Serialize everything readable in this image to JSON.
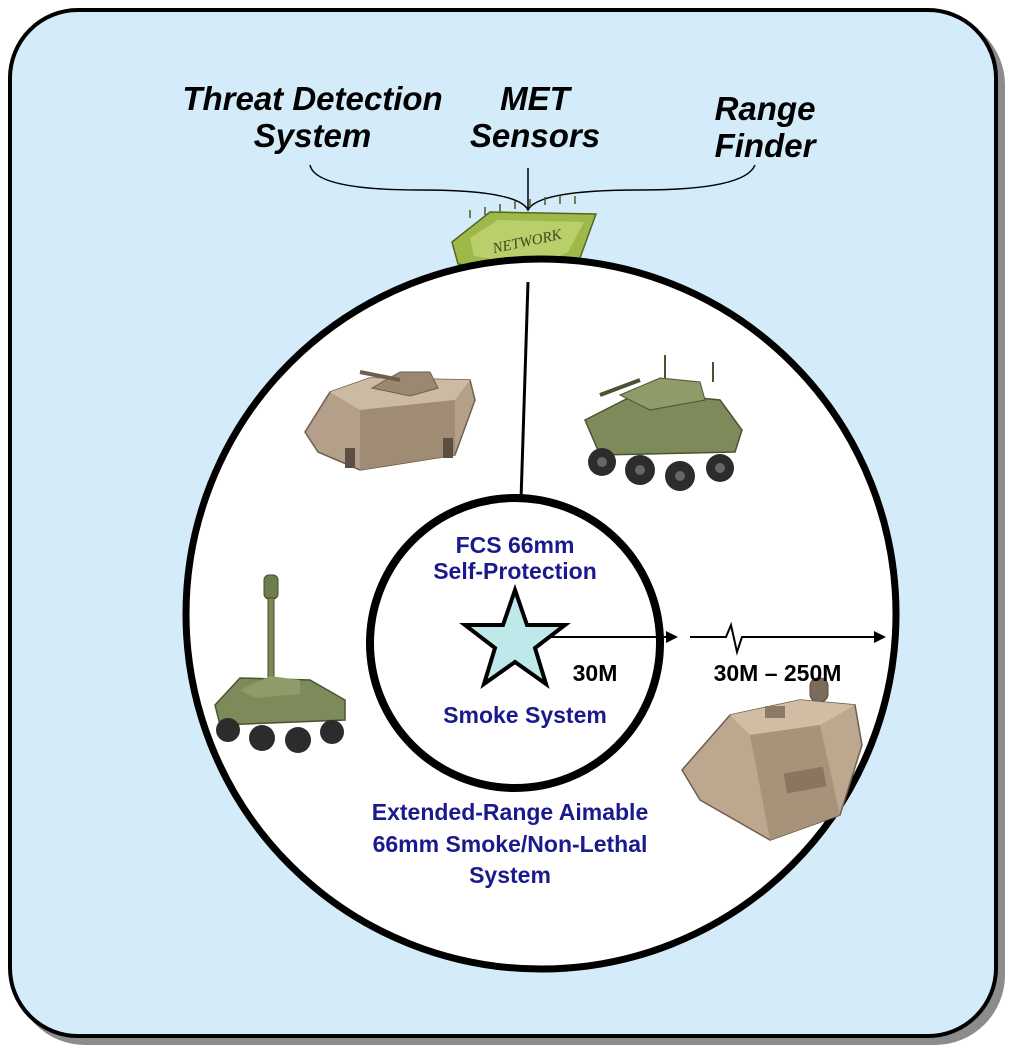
{
  "sensors": {
    "threat_detection": {
      "line1": "Threat Detection",
      "line2": "System"
    },
    "met": {
      "line1": "MET",
      "line2": "Sensors"
    },
    "range_finder": {
      "line1": "Range",
      "line2": "Finder"
    }
  },
  "network_chip": {
    "label": "NETWORK",
    "icon": "network-chip-icon"
  },
  "inner_zone": {
    "title_line1": "FCS 66mm",
    "title_line2": "Self-Protection",
    "subtitle": "Smoke System",
    "range_label": "30M"
  },
  "outer_zone": {
    "range_label": "30M – 250M",
    "title_line1": "Extended-Range Aimable",
    "title_line2": "66mm Smoke/Non-Lethal",
    "title_line3": "System"
  },
  "vehicles": [
    {
      "name": "tracked-vehicle-icon"
    },
    {
      "name": "wheeled-turret-vehicle-icon"
    },
    {
      "name": "mast-sensor-vehicle-icon"
    },
    {
      "name": "armored-carrier-vehicle-icon"
    }
  ],
  "colors": {
    "background": "#d4ebfa",
    "text_blue": "#1a1a8c",
    "star_fill": "#bfe8ea",
    "chip": "#9fb84a"
  }
}
